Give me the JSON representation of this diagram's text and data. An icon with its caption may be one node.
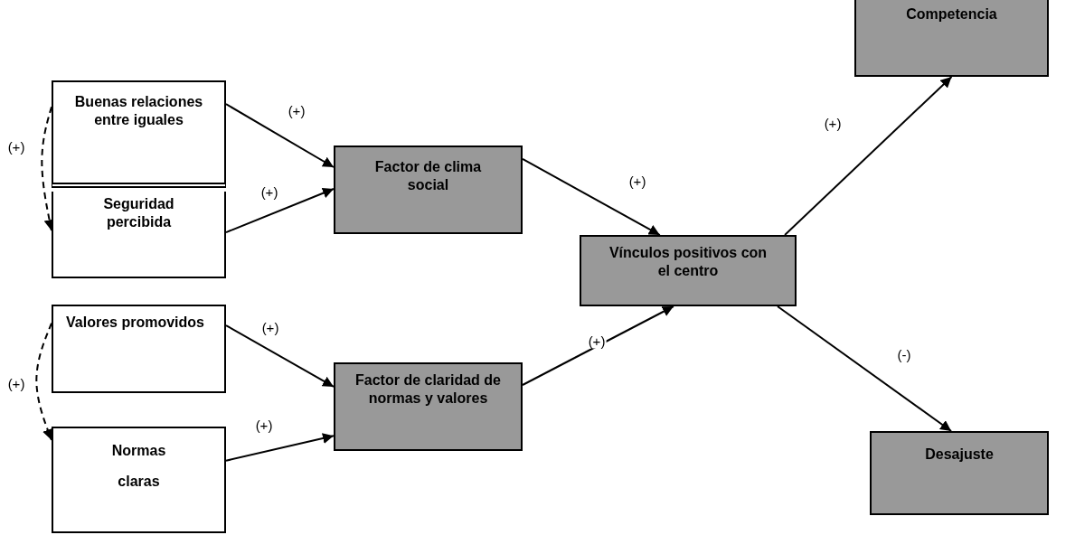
{
  "diagram": {
    "nodes": [
      {
        "text": [
          "Buenas relaciones entre iguales"
        ]
      },
      {
        "text": [
          "Seguridad percibida"
        ]
      },
      {
        "text": [
          "Factor de clima social"
        ]
      },
      {
        "text": [
          "Valores promovidos"
        ]
      },
      {
        "text": [
          "Normas claras"
        ]
      },
      {
        "text": [
          "Factor de claridad de normas y valores"
        ]
      },
      {
        "text": [
          "Vínculos positivos con el centro"
        ]
      },
      {
        "text": [
          "Competencia"
        ]
      },
      {
        "text": [
          "Desajuste"
        ]
      }
    ],
    "edges": [
      {
        "from": 0,
        "to": 2,
        "arrow": "to",
        "label": "(+)"
      },
      {
        "from": 1,
        "to": 2,
        "arrow": "to",
        "label": "(+)"
      },
      {
        "from": 0,
        "to": 1,
        "arrow": "to",
        "label": "(+)",
        "style": "dashed"
      },
      {
        "from": 3,
        "to": 5,
        "arrow": "to",
        "label": "(+)"
      },
      {
        "from": 4,
        "to": 5,
        "arrow": "to",
        "label": "(+)"
      },
      {
        "from": 3,
        "to": 4,
        "arrow": "to",
        "label": "(+)",
        "style": "dashed"
      },
      {
        "from": 2,
        "to": 6,
        "arrow": "to",
        "label": "(+)"
      },
      {
        "from": 5,
        "to": 6,
        "arrow": "to",
        "label": "(+)"
      },
      {
        "from": 6,
        "to": 7,
        "arrow": "to",
        "label": "(+)"
      },
      {
        "from": 6,
        "to": 8,
        "arrow": "to",
        "label": "(-)"
      }
    ]
  }
}
